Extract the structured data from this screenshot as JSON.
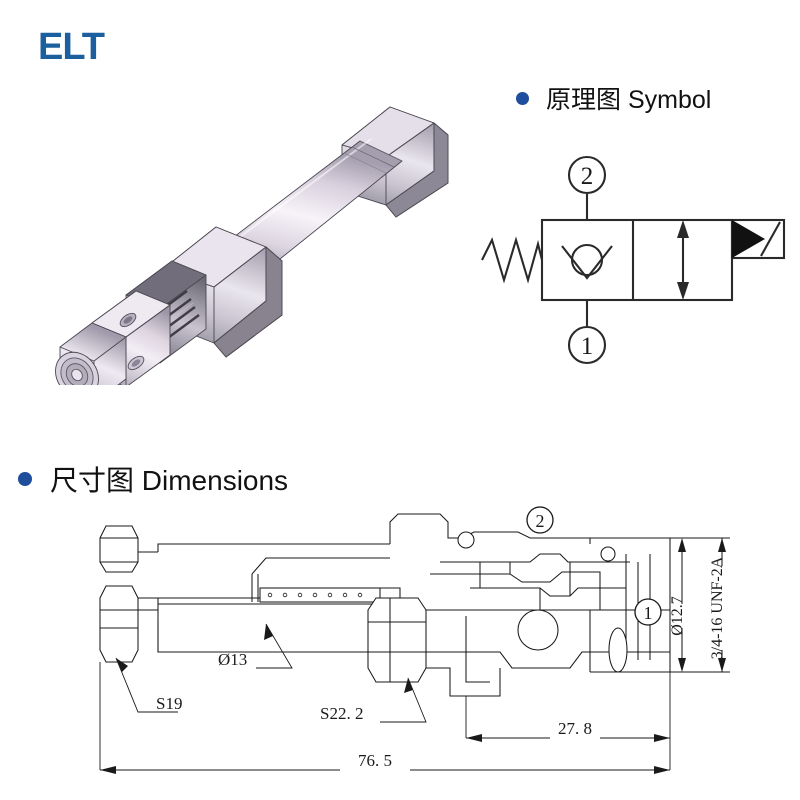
{
  "brand": {
    "logo_text": "ELT",
    "logo_color": "#1c5f9e"
  },
  "theme": {
    "bullet_color": "#1f4e9c",
    "line_color": "#1a1a1a",
    "text_color": "#111111"
  },
  "sections": {
    "symbol": {
      "heading_cn": "原理图",
      "heading_en": "Symbol",
      "heading_full": "原理图 Symbol",
      "port_top_label": "2",
      "port_bottom_label": "1",
      "elements": [
        "spring",
        "check-valve",
        "flow-arrow",
        "solenoid-actuator"
      ]
    },
    "dimensions": {
      "heading_cn": "尺寸图",
      "heading_en": "Dimensions",
      "heading_full": "尺寸图 Dimensions",
      "callouts": {
        "hex_small": "S19",
        "rod_diameter": "Ø13",
        "hex_large": "S22. 2",
        "cartridge_diameter": "Ø12.7",
        "thread": "3/4-16 UNF-2A",
        "port_one": "1",
        "port_two": "2"
      },
      "linear_dimensions": [
        {
          "label": "27. 8",
          "name": "cartridge-length"
        },
        {
          "label": "76. 5",
          "name": "overall-length"
        }
      ]
    }
  },
  "product": {
    "type": "hydraulic cartridge valve",
    "view": "3d-isometric-render"
  }
}
